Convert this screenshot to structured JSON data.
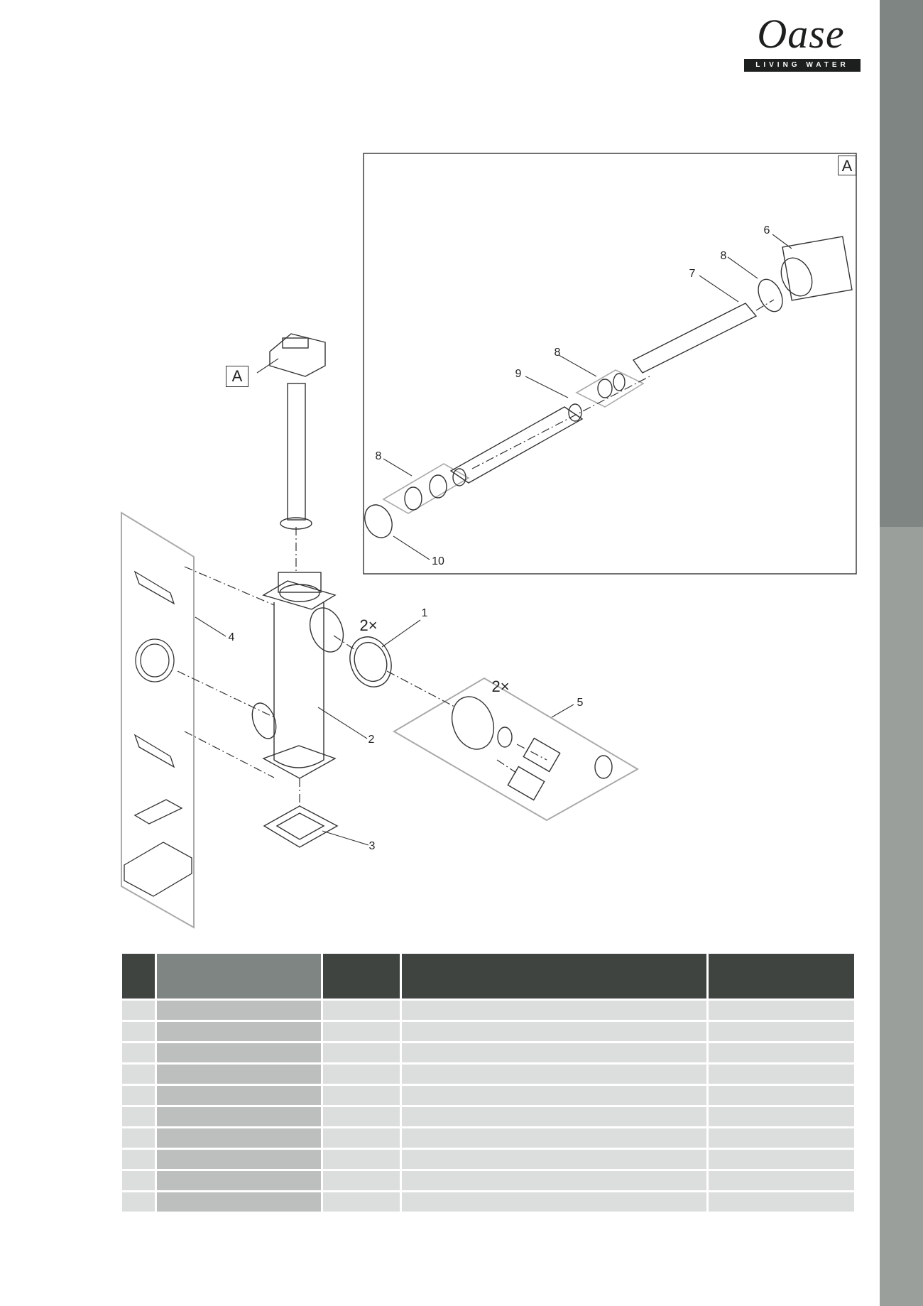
{
  "brand": {
    "logo_text": "Oase",
    "tagline": "LIVING WATER"
  },
  "diagram": {
    "inset_label": "A",
    "view_label": "A",
    "callouts": {
      "c1": "1",
      "c2": "2",
      "c3": "3",
      "c4": "4",
      "c5": "5",
      "c6": "6",
      "c7": "7",
      "c8a": "8",
      "c8b": "8",
      "c8c": "8",
      "c9": "9",
      "c10": "10",
      "qty1": "2×",
      "qty5": "2×"
    }
  },
  "table": {
    "columns": 5,
    "rows": 10
  },
  "colors": {
    "tab_dark": "#7f8582",
    "tab_light": "#9a9f9c",
    "header_dark": "#3f4441",
    "header_mid": "#7f8582",
    "row": "#dcdedd",
    "row_mid": "#bcbfbd"
  }
}
